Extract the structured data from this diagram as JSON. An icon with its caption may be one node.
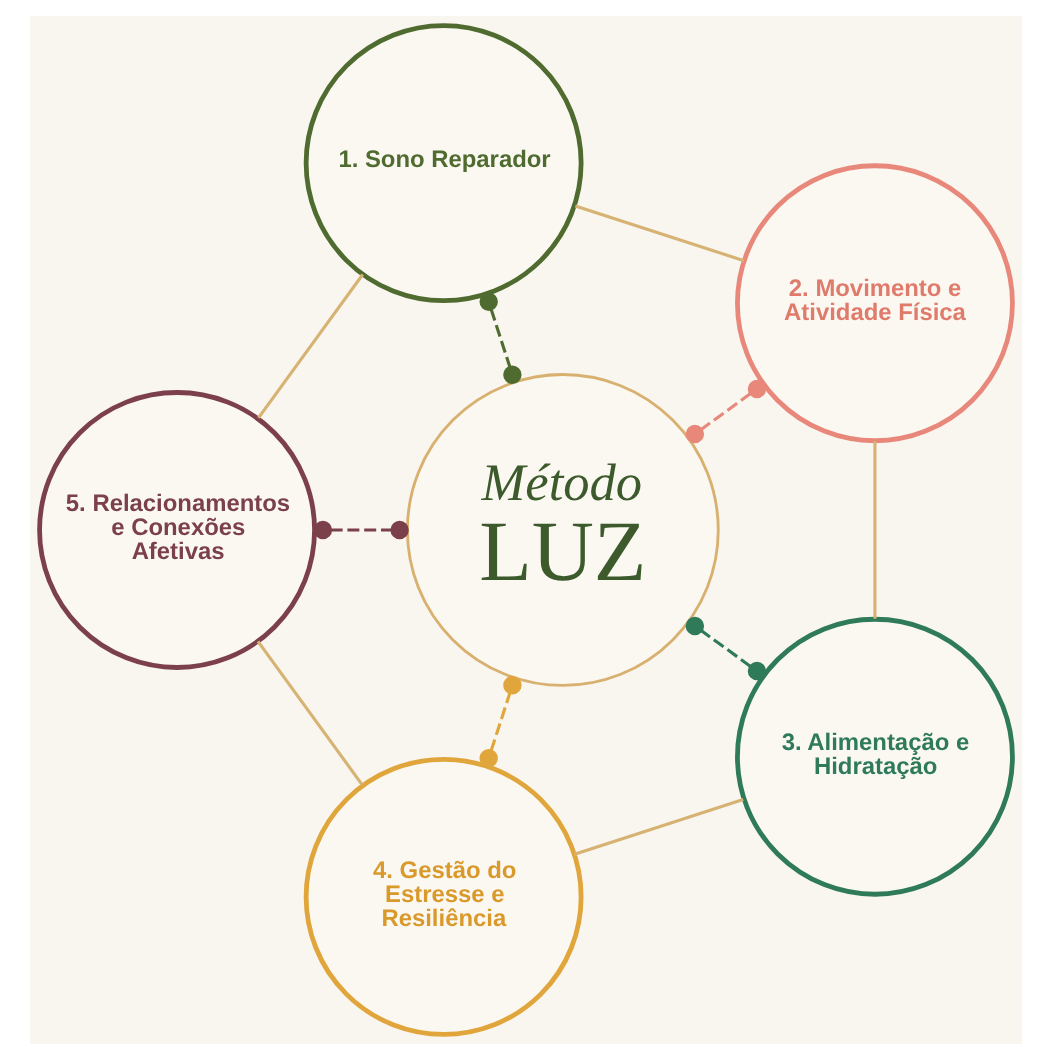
{
  "diagram": {
    "nodes": [
      {
        "text": [
          "Método",
          "LUZ"
        ]
      },
      {
        "text": [
          "1. Sono Reparador"
        ]
      },
      {
        "text": [
          "2. Movimento e Atividade Física"
        ]
      },
      {
        "text": [
          "3. Alimentação e Hidratação"
        ]
      },
      {
        "text": [
          "4. Gestão do Estresse e Resiliência"
        ]
      },
      {
        "text": [
          "5. Relacionamentos e Conexões Afetivas"
        ]
      }
    ],
    "edges": [
      {
        "from": 1,
        "to": 0,
        "arrow": "other",
        "style": "dashed",
        "color": "#4f6b2f"
      },
      {
        "from": 2,
        "to": 0,
        "arrow": "other",
        "style": "dashed",
        "color": "#e8887a"
      },
      {
        "from": 3,
        "to": 0,
        "arrow": "other",
        "style": "dashed",
        "color": "#2f7a58"
      },
      {
        "from": 4,
        "to": 0,
        "arrow": "other",
        "style": "dashed",
        "color": "#e0a63c"
      },
      {
        "from": 5,
        "to": 0,
        "arrow": "other",
        "style": "dashed",
        "color": "#7b4049"
      },
      {
        "from": 1,
        "to": 2,
        "arrow": "none",
        "color": "#d6b273"
      },
      {
        "from": 2,
        "to": 3,
        "arrow": "none",
        "color": "#d6b273"
      },
      {
        "from": 3,
        "to": 4,
        "arrow": "none",
        "color": "#d6b273"
      },
      {
        "from": 4,
        "to": 5,
        "arrow": "none",
        "color": "#d6b273"
      },
      {
        "from": 5,
        "to": 1,
        "arrow": "none",
        "color": "#d6b273"
      }
    ]
  }
}
